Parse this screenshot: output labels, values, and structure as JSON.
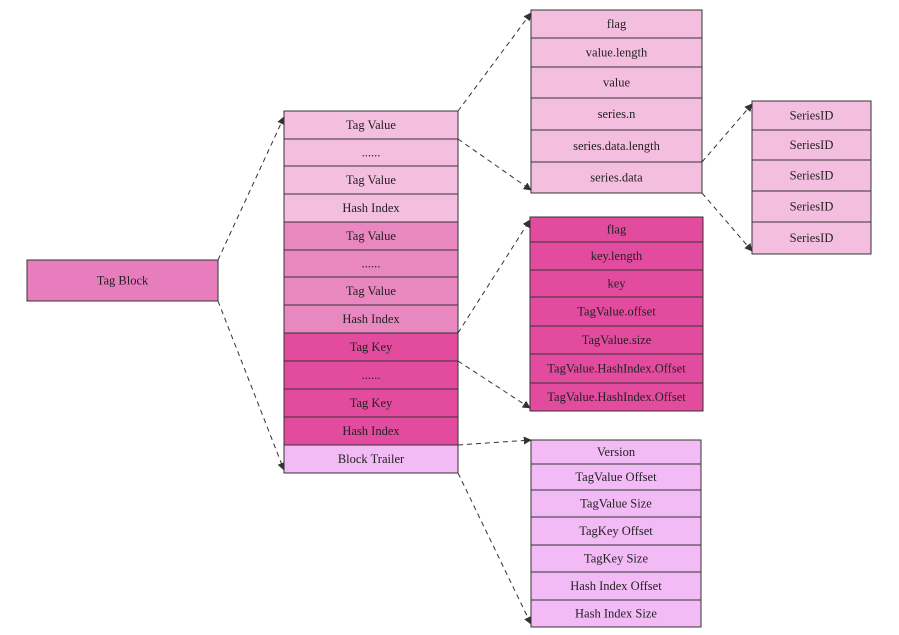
{
  "colors": {
    "tag_block": "#e87dbe",
    "light_pink": "#f4bfdf",
    "medium_pink": "#e987c0",
    "hot_pink": "#e34b9f",
    "lavender": "#f2bbf5",
    "stroke": "#333333",
    "text": "#222222"
  },
  "tag_block": {
    "label": "Tag Block"
  },
  "main_stack": [
    {
      "label": "Tag Value",
      "tone": "light_pink"
    },
    {
      "label": "......",
      "tone": "light_pink"
    },
    {
      "label": "Tag Value",
      "tone": "light_pink"
    },
    {
      "label": "Hash Index",
      "tone": "light_pink"
    },
    {
      "label": "Tag Value",
      "tone": "medium_pink"
    },
    {
      "label": "......",
      "tone": "medium_pink"
    },
    {
      "label": "Tag Value",
      "tone": "medium_pink"
    },
    {
      "label": "Hash Index",
      "tone": "medium_pink"
    },
    {
      "label": "Tag Key",
      "tone": "hot_pink"
    },
    {
      "label": "......",
      "tone": "hot_pink"
    },
    {
      "label": "Tag Key",
      "tone": "hot_pink"
    },
    {
      "label": "Hash Index",
      "tone": "hot_pink"
    },
    {
      "label": "Block Trailer",
      "tone": "lavender"
    }
  ],
  "tag_value_stack": {
    "tone": "light_pink",
    "items": [
      "flag",
      "value.length",
      "value",
      "series.n",
      "series.data.length",
      "series.data"
    ]
  },
  "series_id_stack": {
    "tone": "light_pink",
    "items": [
      "SeriesID",
      "SeriesID",
      "SeriesID",
      "SeriesID",
      "SeriesID"
    ]
  },
  "tag_key_stack": {
    "tone": "hot_pink",
    "items": [
      "flag",
      "key.length",
      "key",
      "TagValue.offset",
      "TagValue.size",
      "TagValue.HashIndex.Offset",
      "TagValue.HashIndex.Offset"
    ]
  },
  "trailer_stack": {
    "tone": "lavender",
    "items": [
      "Version",
      "TagValue Offset",
      "TagValue Size",
      "TagKey Offset",
      "TagKey Size",
      "Hash Index Offset",
      "Hash Index Size"
    ]
  }
}
